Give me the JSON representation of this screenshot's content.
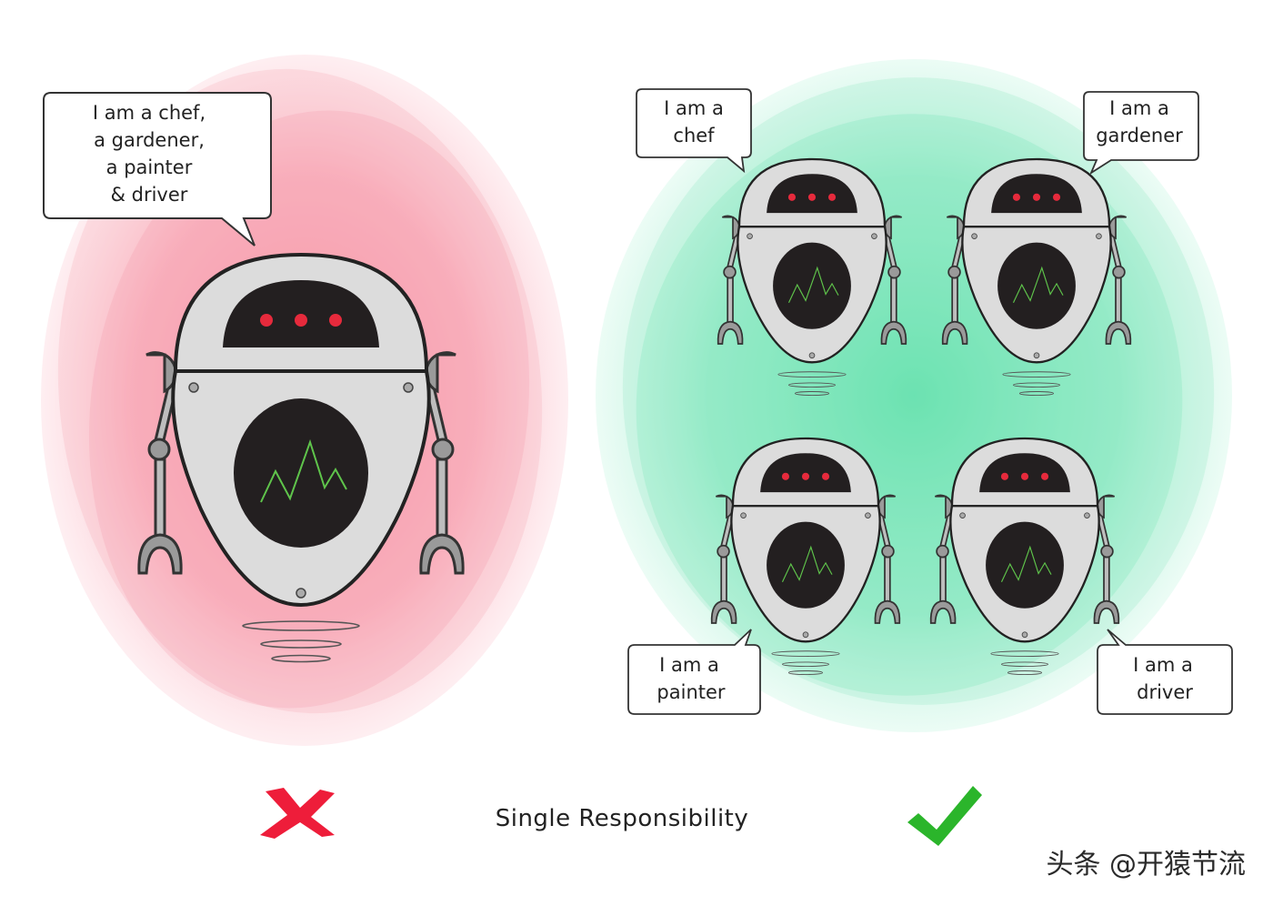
{
  "colors": {
    "bad_blob": "#f5a3b1",
    "good_blob": "#7fe6bd",
    "cross": "#ee1d3a",
    "check": "#2bb52b",
    "robot_body": "#d9d9d9",
    "robot_dark": "#231f20",
    "robot_eye": "#e62a3c",
    "robot_screen_line": "#5fc44b"
  },
  "icons": {
    "bad": "cross-icon",
    "good": "check-icon"
  },
  "bad_panel": {
    "bubble_lines": [
      "I am a chef,",
      "a gardener,",
      "a painter",
      "& driver"
    ]
  },
  "good_panel": {
    "robots": [
      {
        "lines": [
          "I am a",
          "chef"
        ]
      },
      {
        "lines": [
          "I am a",
          "gardener"
        ]
      },
      {
        "lines": [
          "I am a",
          "painter"
        ]
      },
      {
        "lines": [
          "I am a",
          "driver"
        ]
      }
    ]
  },
  "caption": "Single Responsibility",
  "watermark": "头条 @开猿节流"
}
